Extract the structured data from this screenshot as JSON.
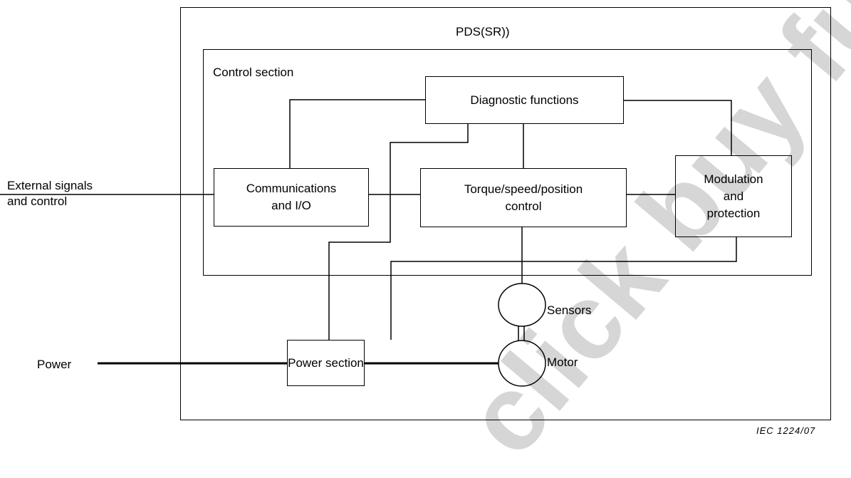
{
  "diagram": {
    "outer_title": "PDS(SR))",
    "control_section_label": "Control section",
    "boxes": {
      "diagnostic": "Diagnostic functions",
      "communications": "Communications\nand I/O",
      "torque": "Torque/speed/position\ncontrol",
      "modulation": "Modulation\nand\nprotection",
      "power_section": "Power section"
    },
    "external_label": "External signals\nand control",
    "power_label": "Power",
    "sensors_label": "Sensors",
    "motor_label": "Motor",
    "reference": "IEC   1224/07"
  },
  "watermark": "click buy full"
}
